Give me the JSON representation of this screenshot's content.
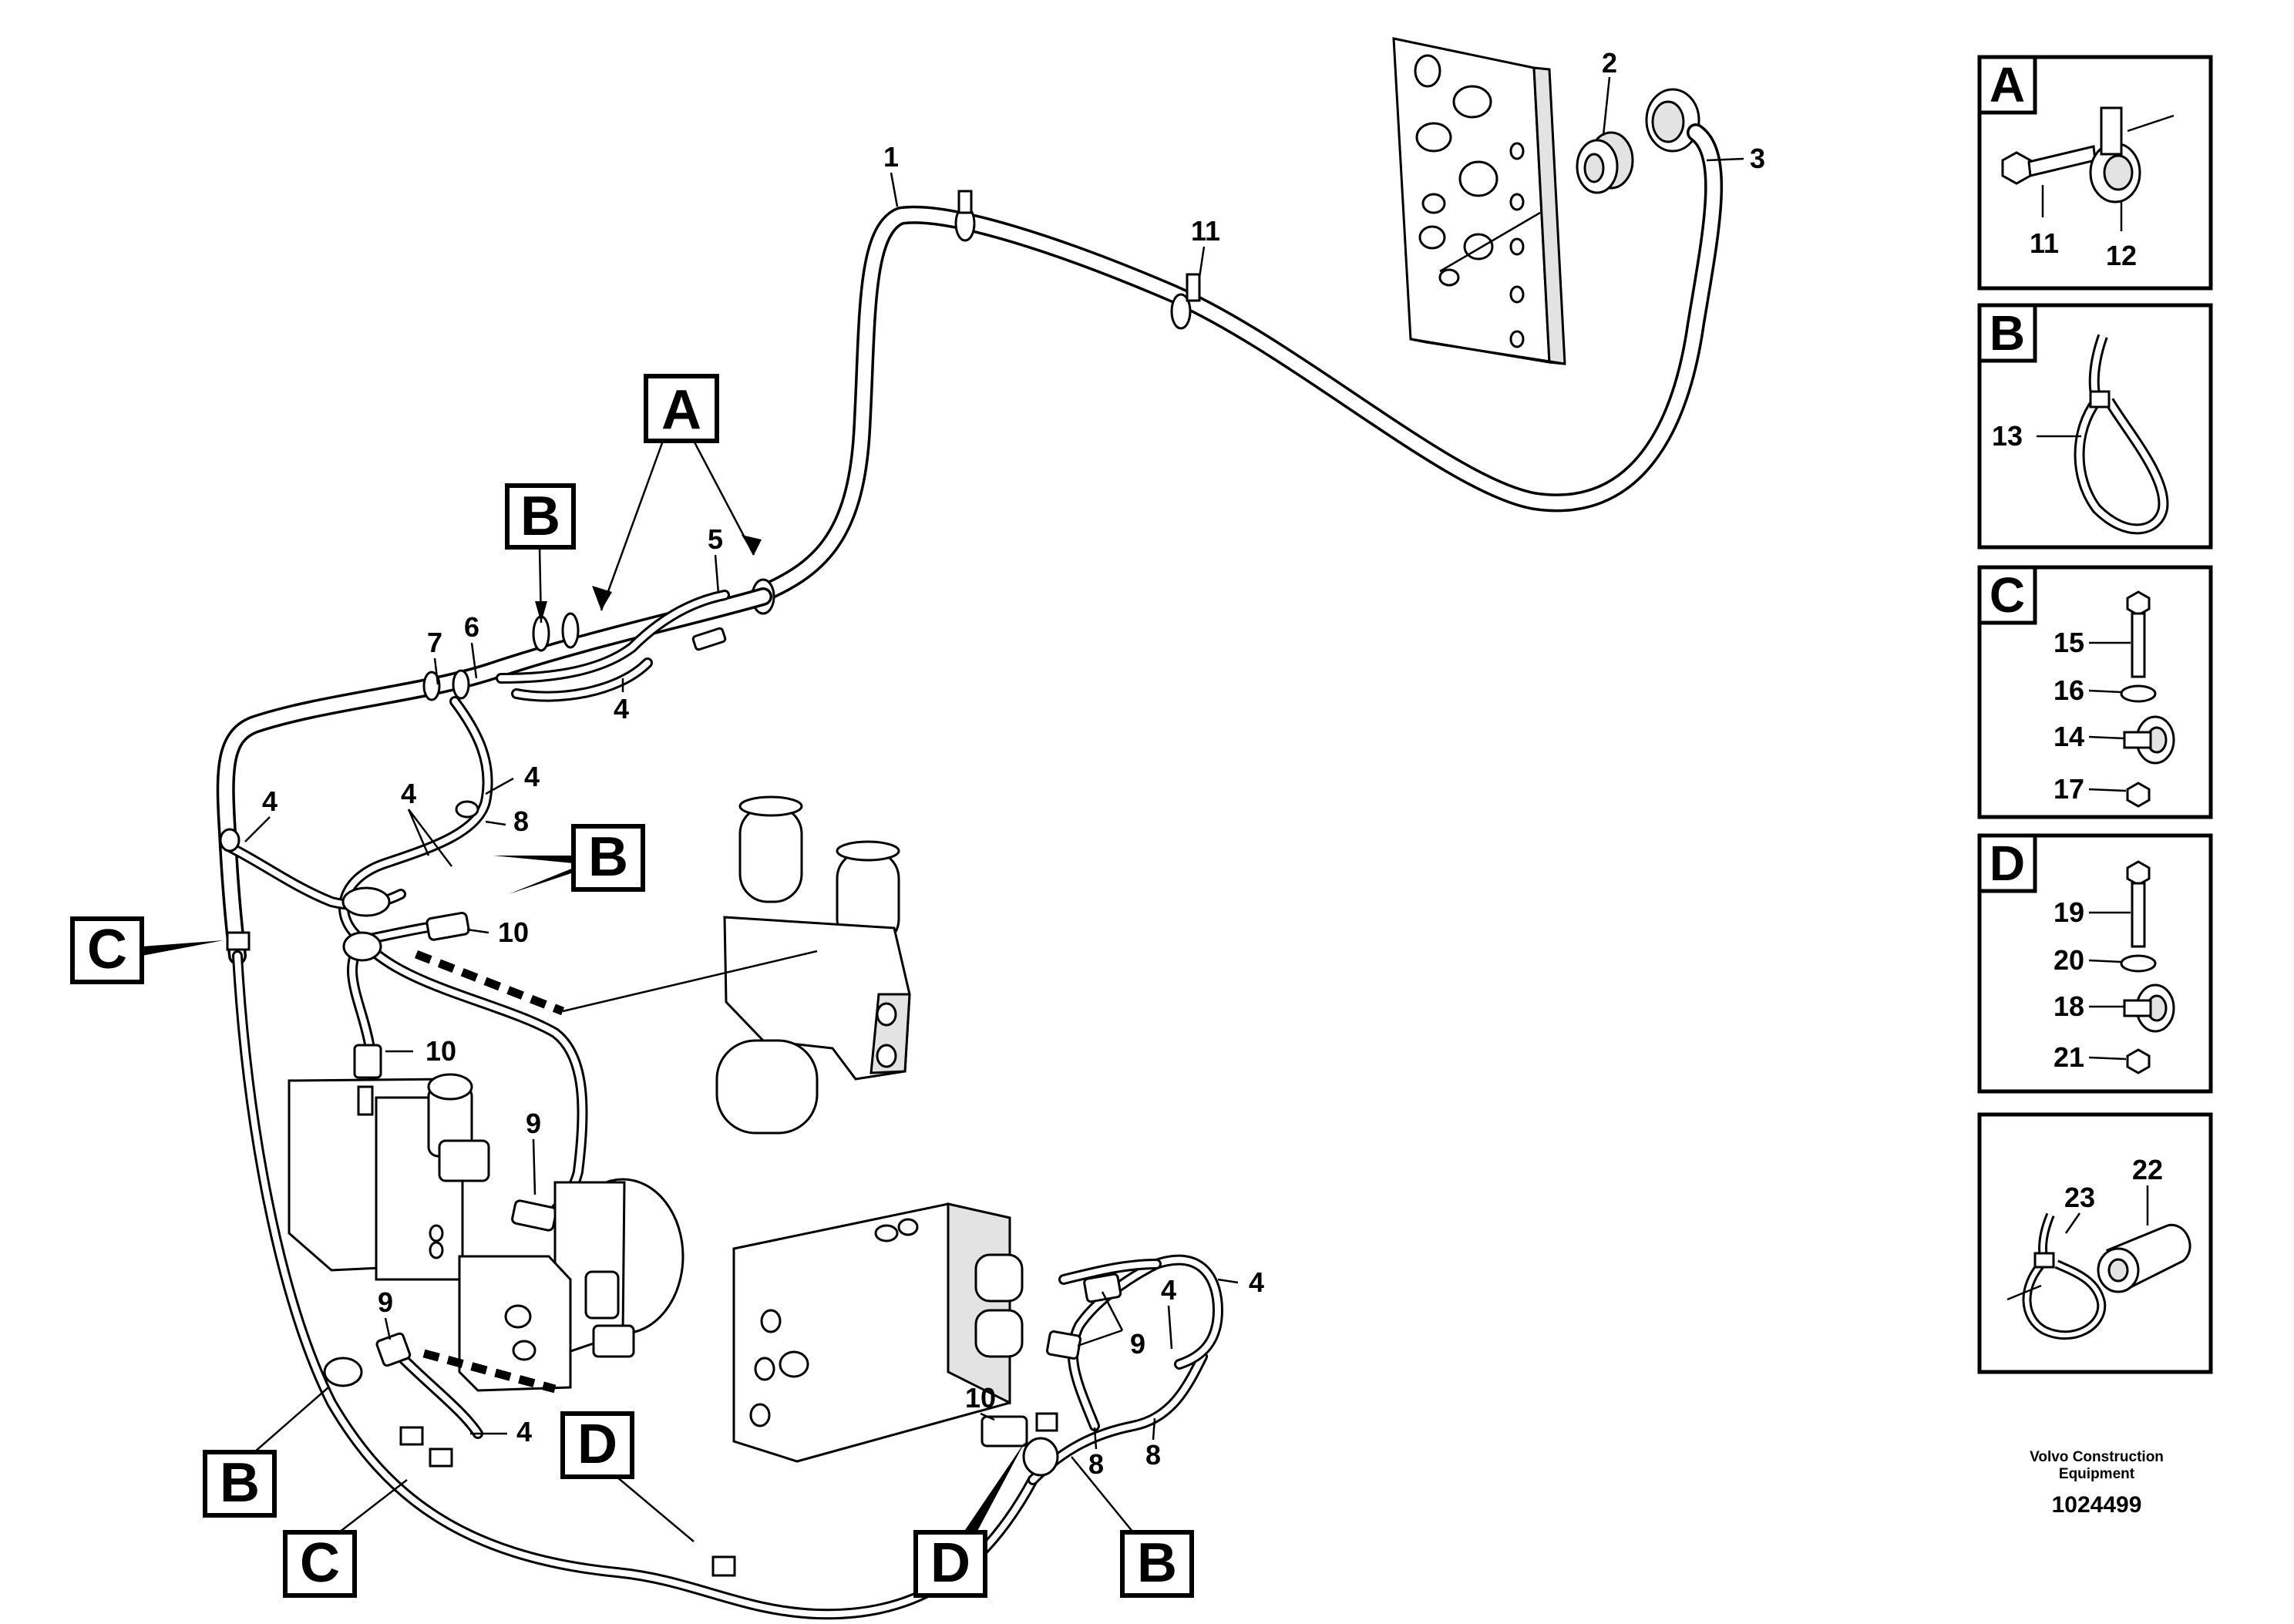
{
  "drawing": {
    "manufacturer_lines": [
      "Volvo Construction",
      "Equipment"
    ],
    "drawing_number": "1024499"
  },
  "callouts": {
    "A": "A",
    "B": "B",
    "C": "C",
    "D": "D"
  },
  "part_numbers": {
    "p1": "1",
    "p2": "2",
    "p3": "3",
    "p4": "4",
    "p5": "5",
    "p6": "6",
    "p7": "7",
    "p8": "8",
    "p9": "9",
    "p10": "10",
    "p11": "11",
    "p12": "12",
    "p13": "13",
    "p14": "14",
    "p15": "15",
    "p16": "16",
    "p17": "17",
    "p18": "18",
    "p19": "19",
    "p20": "20",
    "p21": "21",
    "p22": "22",
    "p23": "23"
  },
  "detail_panels": [
    {
      "letter": "A",
      "parts": [
        "11",
        "12"
      ],
      "content": "bolt-and-clamp"
    },
    {
      "letter": "B",
      "parts": [
        "13"
      ],
      "content": "cable-tie"
    },
    {
      "letter": "C",
      "parts": [
        "15",
        "16",
        "14",
        "17"
      ],
      "content": "bolt-washer-clamp-nut"
    },
    {
      "letter": "D",
      "parts": [
        "19",
        "20",
        "18",
        "21"
      ],
      "content": "bolt-washer-clamp-nut"
    },
    {
      "letter": "",
      "parts": [
        "22",
        "23"
      ],
      "content": "cable-tie-and-sleeve"
    }
  ]
}
